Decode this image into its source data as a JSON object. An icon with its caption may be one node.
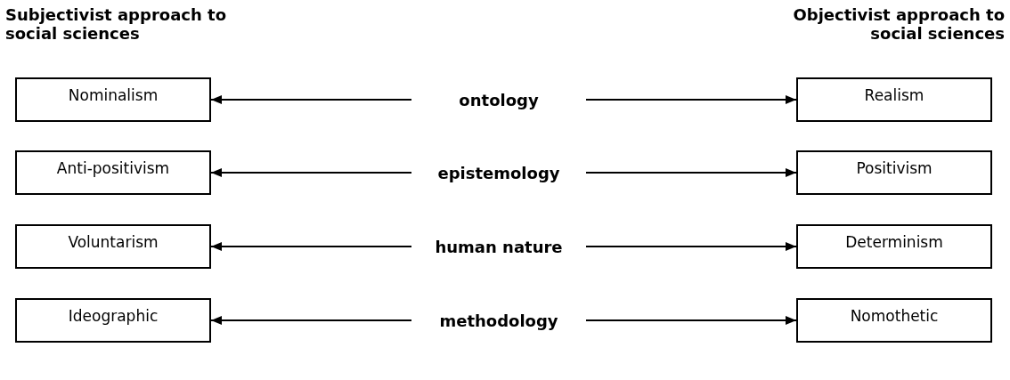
{
  "diagram": {
    "nodes": [
      {
        "text": [
          "Nominalism"
        ]
      },
      {
        "text": [
          "ontology"
        ]
      },
      {
        "text": [
          "Realism"
        ]
      },
      {
        "text": [
          "Anti-positivism"
        ]
      },
      {
        "text": [
          "epistemology"
        ]
      },
      {
        "text": [
          "Positivism"
        ]
      },
      {
        "text": [
          "Voluntarism"
        ]
      },
      {
        "text": [
          "human nature"
        ]
      },
      {
        "text": [
          "Determinism"
        ]
      },
      {
        "text": [
          "Ideographic"
        ]
      },
      {
        "text": [
          "methodology"
        ]
      },
      {
        "text": [
          "Nomothetic"
        ]
      }
    ],
    "edges": [
      {
        "from": 1,
        "to": 0,
        "arrow": "to"
      },
      {
        "from": 1,
        "to": 2,
        "arrow": "to"
      },
      {
        "from": 4,
        "to": 3,
        "arrow": "to"
      },
      {
        "from": 4,
        "to": 5,
        "arrow": "to"
      },
      {
        "from": 7,
        "to": 6,
        "arrow": "to"
      },
      {
        "from": 7,
        "to": 8,
        "arrow": "to"
      },
      {
        "from": 10,
        "to": 9,
        "arrow": "to"
      },
      {
        "from": 10,
        "to": 11,
        "arrow": "to"
      }
    ],
    "labels": [
      "Subjectivist approach to social sciences",
      "Objectivist approach to social sciences"
    ]
  }
}
